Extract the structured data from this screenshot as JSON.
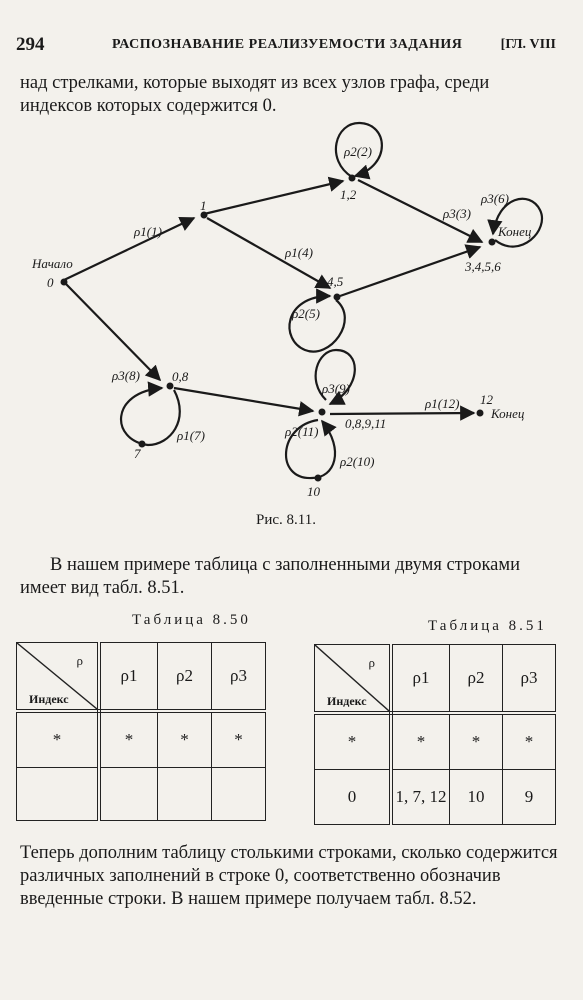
{
  "header": {
    "page_number": "294",
    "title": "РАСПОЗНАВАНИЕ РЕАЛИЗУЕМОСТИ ЗАДАНИЯ",
    "chapter": "[ГЛ. VIII"
  },
  "text": {
    "para1": "над стрелками, которые выходят из всех узлов графа, среди индексов которых содержится 0.",
    "para2": "В нашем примере таблица с заполненными двумя строками имеет вид табл. 8.51.",
    "para3": "Теперь дополним таблицу столькими строками, сколько содержится различных заполнений в строке 0, соответственно обозначив введенные строки. В нашем примере получаем табл. 8.52."
  },
  "figure": {
    "caption": "Рис. 8.11.",
    "nodes": {
      "start_name": "Начало",
      "n0": "0",
      "n1": "1",
      "n12": "1,2",
      "end1_name": "Конец",
      "n3456": "3,4,5,6",
      "n45": "4,5",
      "n08": "0,8",
      "n7": "7",
      "n08911": "0,8,9,11",
      "n10": "10",
      "n12b": "12",
      "end2_name": "Конец"
    },
    "labels": {
      "l1": "ρ1(1)",
      "l2": "ρ2(2)",
      "l3": "ρ3(3)",
      "l6": "ρ3(6)",
      "l4": "ρ1(4)",
      "l5": "ρ2(5)",
      "l8": "ρ3(8)",
      "l7": "ρ1(7)",
      "l9": "ρ3(9)",
      "l11": "ρ2(11)",
      "l10": "ρ2(10)",
      "l12": "ρ1(12)"
    }
  },
  "table50": {
    "caption": "Таблица 8.50",
    "corner_top": "ρ",
    "corner_bottom": "Индекс",
    "headers": [
      "ρ1",
      "ρ2",
      "ρ3"
    ],
    "rows": [
      [
        "*",
        "*",
        "*",
        "*"
      ],
      [
        "",
        "",
        "",
        ""
      ]
    ]
  },
  "table51": {
    "caption": "Таблица 8.51",
    "corner_top": "ρ",
    "corner_bottom": "Индекс",
    "headers": [
      "ρ1",
      "ρ2",
      "ρ3"
    ],
    "rows": [
      [
        "*",
        "*",
        "*",
        "*"
      ],
      [
        "0",
        "1, 7, 12",
        "10",
        "9"
      ]
    ]
  }
}
